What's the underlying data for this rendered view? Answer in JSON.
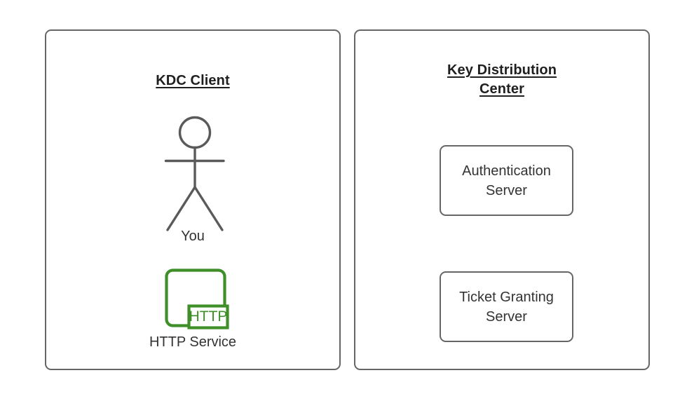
{
  "diagram": {
    "background_color": "#ffffff",
    "stroke_color": "#666666",
    "text_color": "#333333",
    "title_color": "#1f1f1f",
    "accent_green": "#3f8f29"
  },
  "panels": [
    {
      "id": "kdc-client",
      "title_lines": [
        "KDC Client"
      ],
      "nodes": [
        {
          "type": "actor",
          "label": "You",
          "icon": "stick-figure-icon"
        },
        {
          "type": "service",
          "label": "HTTP Service",
          "icon": "http-service-icon",
          "badge": "HTTP"
        }
      ]
    },
    {
      "id": "key-distribution-center",
      "title_lines": [
        "Key Distribution",
        "Center"
      ],
      "nodes": [
        {
          "type": "box",
          "label_lines": [
            "Authentication",
            "Server"
          ]
        },
        {
          "type": "box",
          "label_lines": [
            "Ticket Granting",
            "Server"
          ]
        }
      ]
    }
  ]
}
